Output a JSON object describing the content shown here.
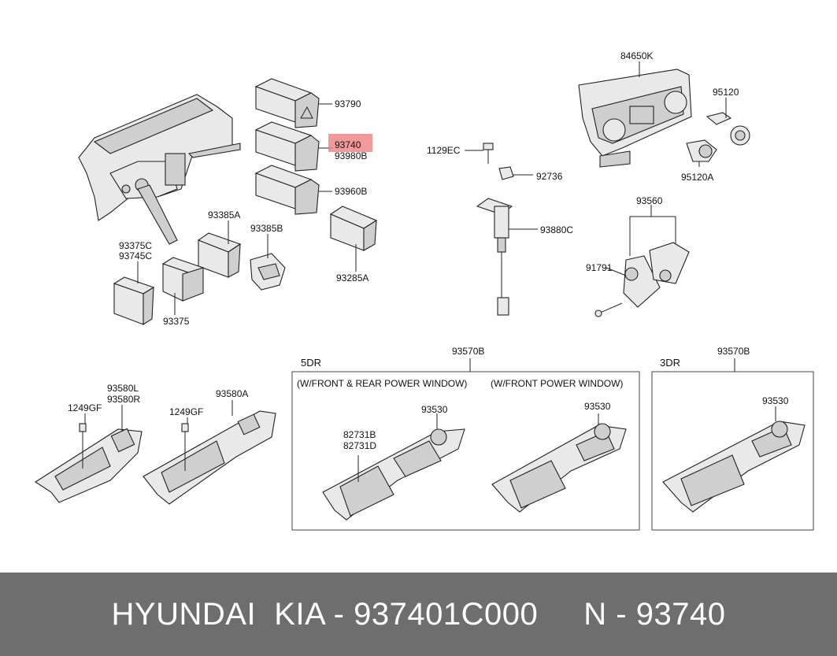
{
  "labels": {
    "p84650K": "84650K",
    "p95120": "95120",
    "p95120A": "95120A",
    "p93790": "93790",
    "p93740": "93740",
    "p93980B": "93980B",
    "p93960B": "93960B",
    "p1129EC": "1129EC",
    "p92736": "92736",
    "p93880C": "93880C",
    "p93560": "93560",
    "p91791": "91791",
    "p93385A": "93385A",
    "p93385B": "93385B",
    "p93375C": "93375C",
    "p93745C": "93745C",
    "p93375": "93375",
    "p93285A": "93285A",
    "p93570B_5dr": "93570B",
    "p93570B_3dr": "93570B",
    "p93580L": "93580L",
    "p93580R": "93580R",
    "p1249GF_a": "1249GF",
    "p1249GF_b": "1249GF",
    "p93580A": "93580A",
    "p93530_a": "93530",
    "p93530_b": "93530",
    "p93530_c": "93530",
    "p82731B": "82731B",
    "p82731D": "82731D",
    "box_5dr": "5DR",
    "box_3dr": "3DR",
    "sub_front_rear": "(W/FRONT & REAR POWER WINDOW)",
    "sub_front": "(W/FRONT POWER WINDOW)"
  },
  "highlight_color": "#f08080",
  "footer": {
    "text": "HYUNDAI  KIA - 937401C000     N - 93740"
  }
}
